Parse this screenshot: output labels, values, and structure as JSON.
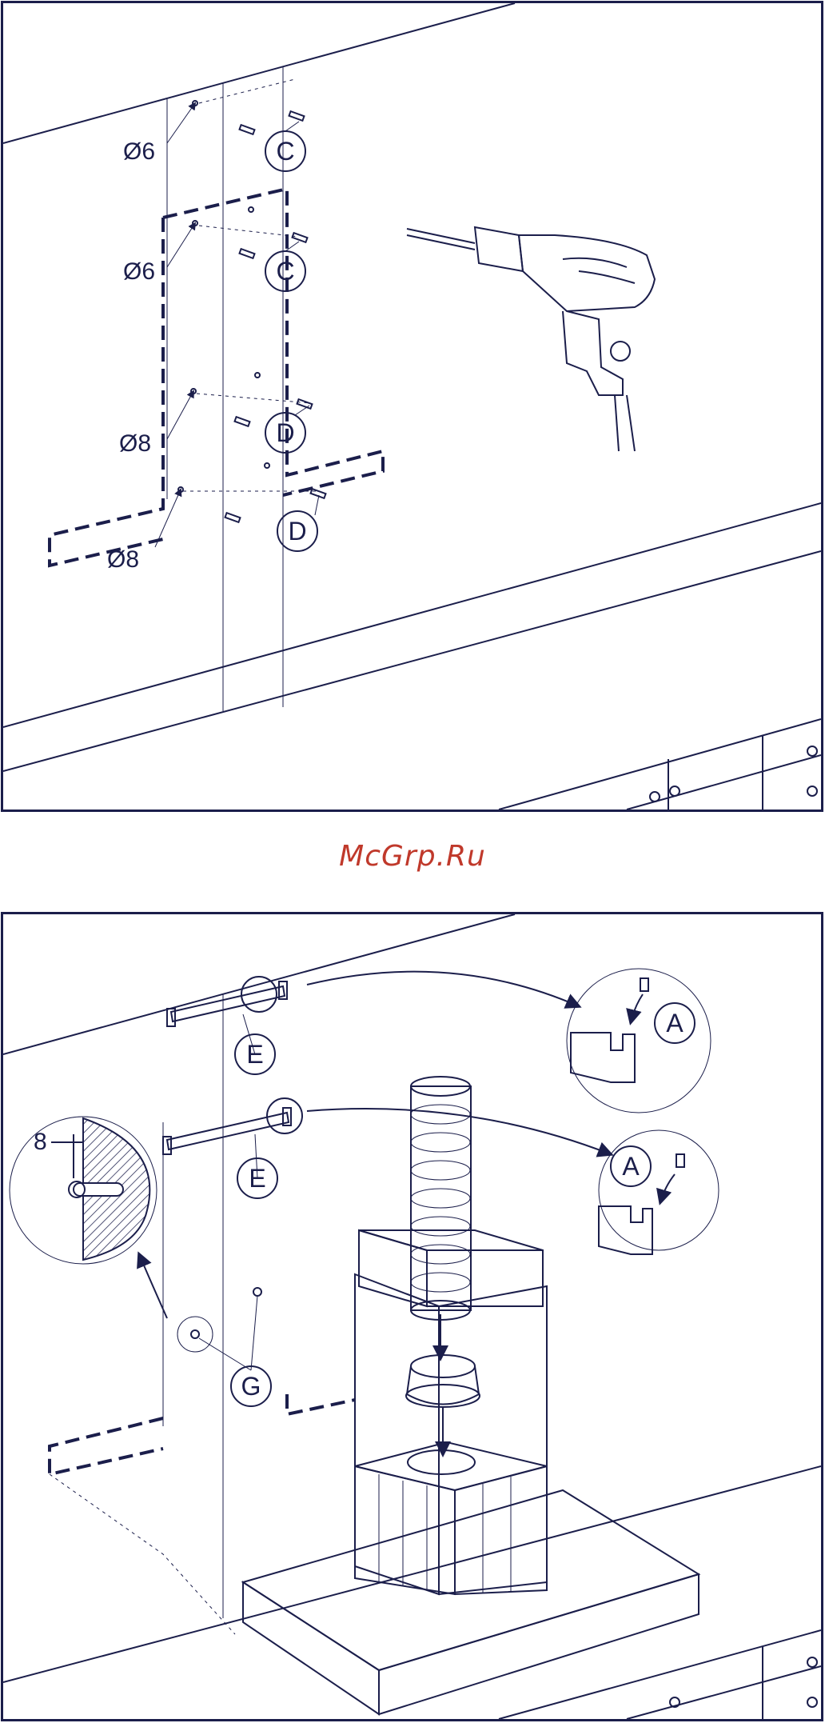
{
  "watermark": "McGrp.Ru",
  "top": {
    "diameter_labels": [
      "Ø6",
      "Ø6",
      "Ø8",
      "Ø8"
    ],
    "callouts": [
      "C",
      "C",
      "D",
      "D"
    ]
  },
  "bottom": {
    "callouts": [
      "E",
      "E",
      "A",
      "A",
      "G"
    ],
    "dimension_label": "8"
  }
}
